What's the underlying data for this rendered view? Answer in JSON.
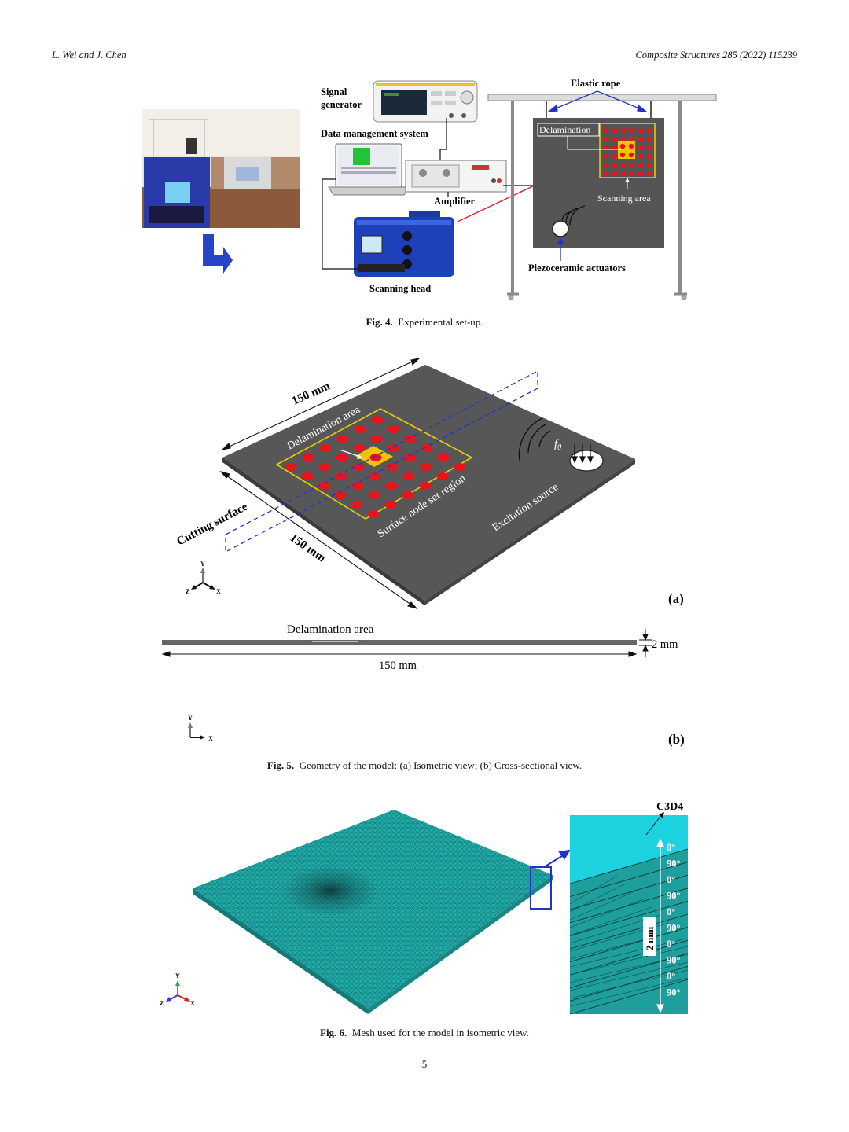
{
  "header": {
    "authors": "L. Wei and J. Chen",
    "journal": "Composite Structures 285 (2022) 115239"
  },
  "fig4": {
    "labels": {
      "signal_generator_1": "Signal",
      "signal_generator_2": "generator",
      "data_management": "Data management system",
      "amplifier": "Amplifier",
      "scanning_head": "Scanning head",
      "elastic_rope": "Elastic rope",
      "delamination": "Delamination",
      "scanning_area": "Scanning area",
      "piezo": "Piezoceramic actuators"
    },
    "caption_label": "Fig. 4.",
    "caption_text": "Experimental set-up."
  },
  "fig5": {
    "labels": {
      "dim_top": "150 mm",
      "dim_left": "150 mm",
      "delamination_area": "Delamination area",
      "surface_node": "Surface node set region",
      "excitation": "Excitation source",
      "cutting_surface": "Cutting surface",
      "f0": "f",
      "f0_sub": "0",
      "panel_a": "(a)",
      "cs_delam": "Delamination area",
      "cs_thickness": "2 mm",
      "cs_width": "150 mm",
      "panel_b": "(b)",
      "axis_y": "Y",
      "axis_x": "X",
      "axis_z": "Z"
    },
    "caption_label": "Fig. 5.",
    "caption_text": "Geometry of the model: (a) Isometric view; (b) Cross-sectional view."
  },
  "fig6": {
    "labels": {
      "element": "C3D4",
      "thickness": "2 mm",
      "axis_y": "Y",
      "axis_x": "X",
      "axis_z": "Z"
    },
    "layers": [
      "0°",
      "90°",
      "0°",
      "90°",
      "0°",
      "90°",
      "0°",
      "90°",
      "0°",
      "90°"
    ],
    "caption_label": "Fig. 6.",
    "caption_text": "Mesh used for the model in isometric view."
  },
  "page_number": "5",
  "colors": {
    "plate": "#555555",
    "dot_red": "#e8141c",
    "delam_yellow": "#f5c400",
    "outline_yellow": "#e8d200",
    "mesh_teal": "#1fa9a6",
    "mesh_top": "#22d6e2",
    "arrow_blue": "#2333c9"
  }
}
